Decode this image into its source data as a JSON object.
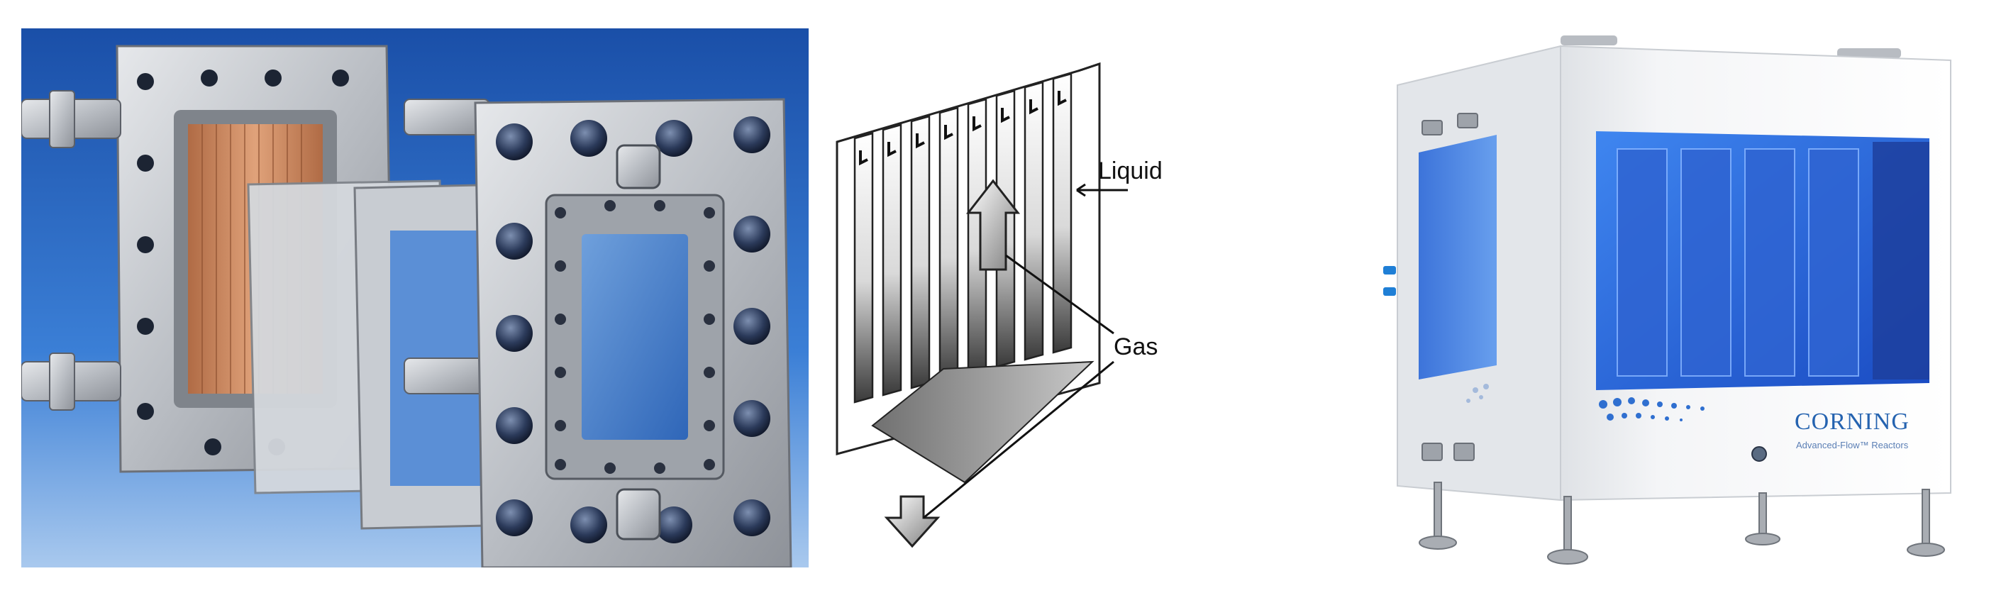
{
  "figure": {
    "panels": [
      {
        "id": "microreactor-photo",
        "kind": "photo"
      },
      {
        "id": "falling-film-diagram",
        "kind": "diagram",
        "labels": {
          "liquid": "Liquid",
          "gas": "Gas"
        }
      },
      {
        "id": "corning-reactor-photo",
        "kind": "photo",
        "brand": "CORNING",
        "subtitle": "Advanced-Flow™ Reactors"
      }
    ]
  },
  "colors": {
    "background_blue": "#1f5fb8",
    "steel": "#c9ccd1",
    "copper": "#c9855a",
    "window_blue": "#1b5fd6",
    "brand_blue": "#2563b0"
  }
}
